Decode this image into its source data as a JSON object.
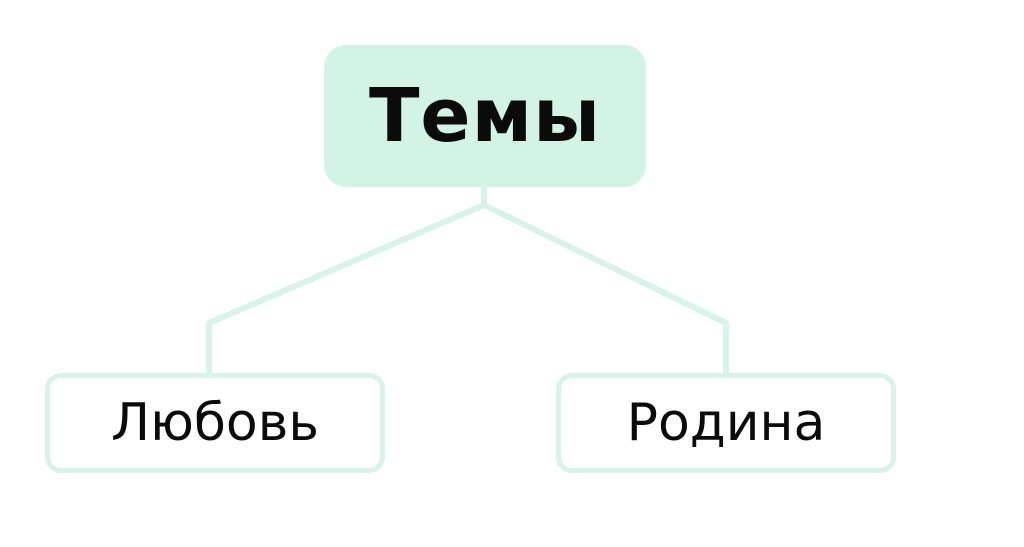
{
  "diagram": {
    "root": {
      "label": "Темы"
    },
    "children": [
      {
        "label": "Любовь"
      },
      {
        "label": "Родина"
      }
    ]
  },
  "colors": {
    "root_fill": "#d3f3e7",
    "connector": "#d8f3ea",
    "child_border": "#d8f3ea",
    "text": "#0b0b0b"
  }
}
